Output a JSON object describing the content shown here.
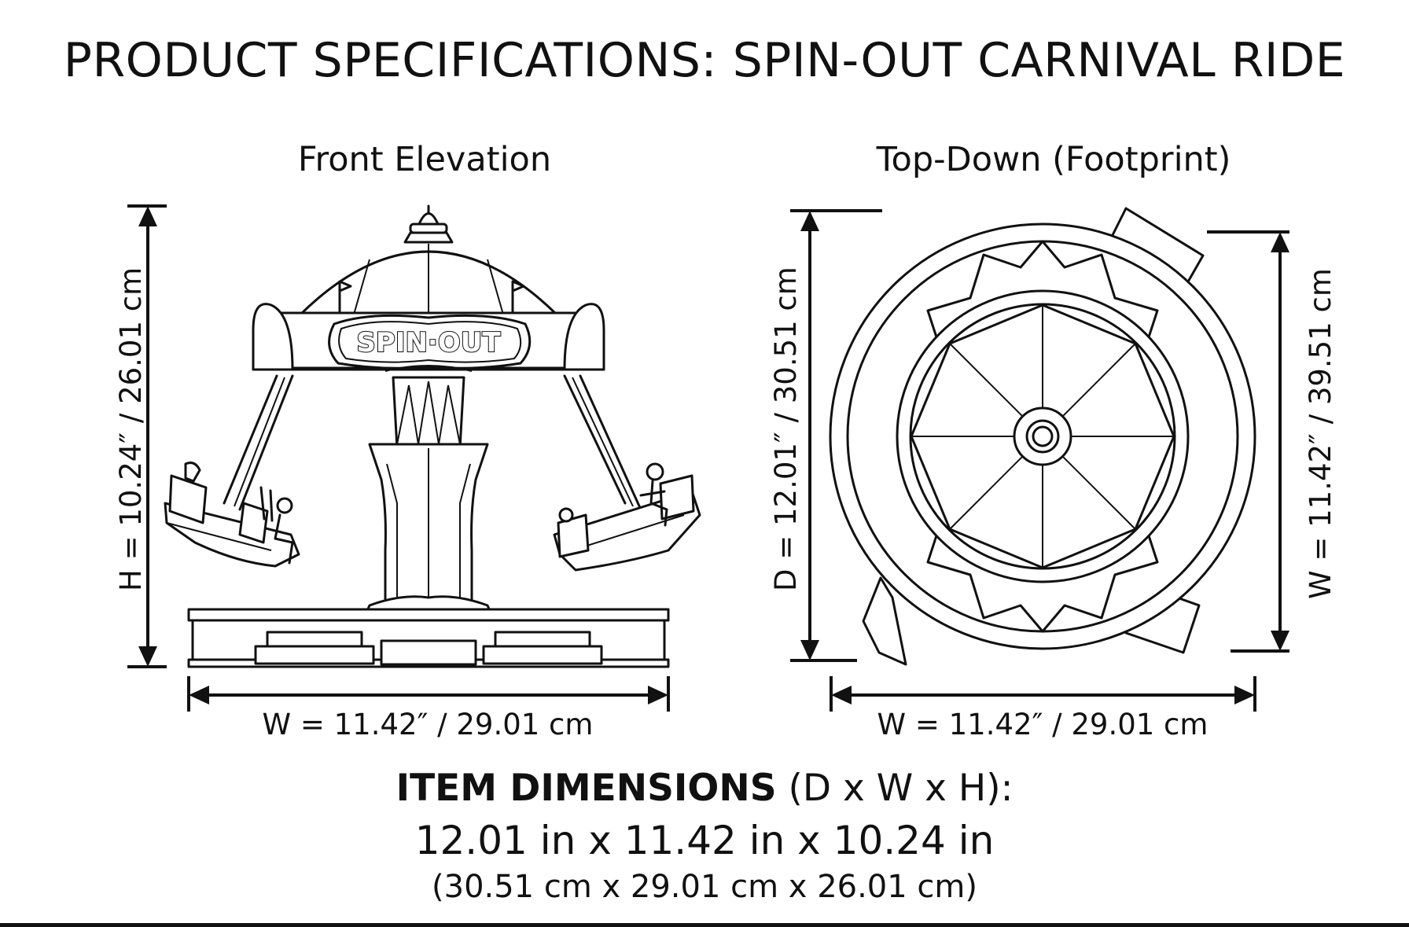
{
  "title": "PRODUCT SPECIFICATIONS: SPIN-OUT CARNIVAL RIDE",
  "views": {
    "front": {
      "title": "Front Elevation",
      "sign_text": "SPIN·OUT",
      "height_label": "H = 10.24″ / 26.01 cm",
      "width_label": "W = 11.42″ / 29.01 cm"
    },
    "top": {
      "title": "Top-Down (Footprint)",
      "depth_label": "D = 12.01″ / 30.51 cm",
      "width_label_side": "W = 11.42″ / 39.51 cm",
      "width_label": "W = 11.42″ / 29.01 cm"
    }
  },
  "item_dimensions": {
    "heading_bold": "ITEM DIMENSIONS",
    "heading_rest": " (D x W x H):",
    "imperial": "12.01 in x 11.42 in x 10.24 in",
    "metric": "(30.51 cm x 29.01 cm x 26.01 cm)"
  },
  "colors": {
    "line": "#111111",
    "background": "#ffffff"
  }
}
